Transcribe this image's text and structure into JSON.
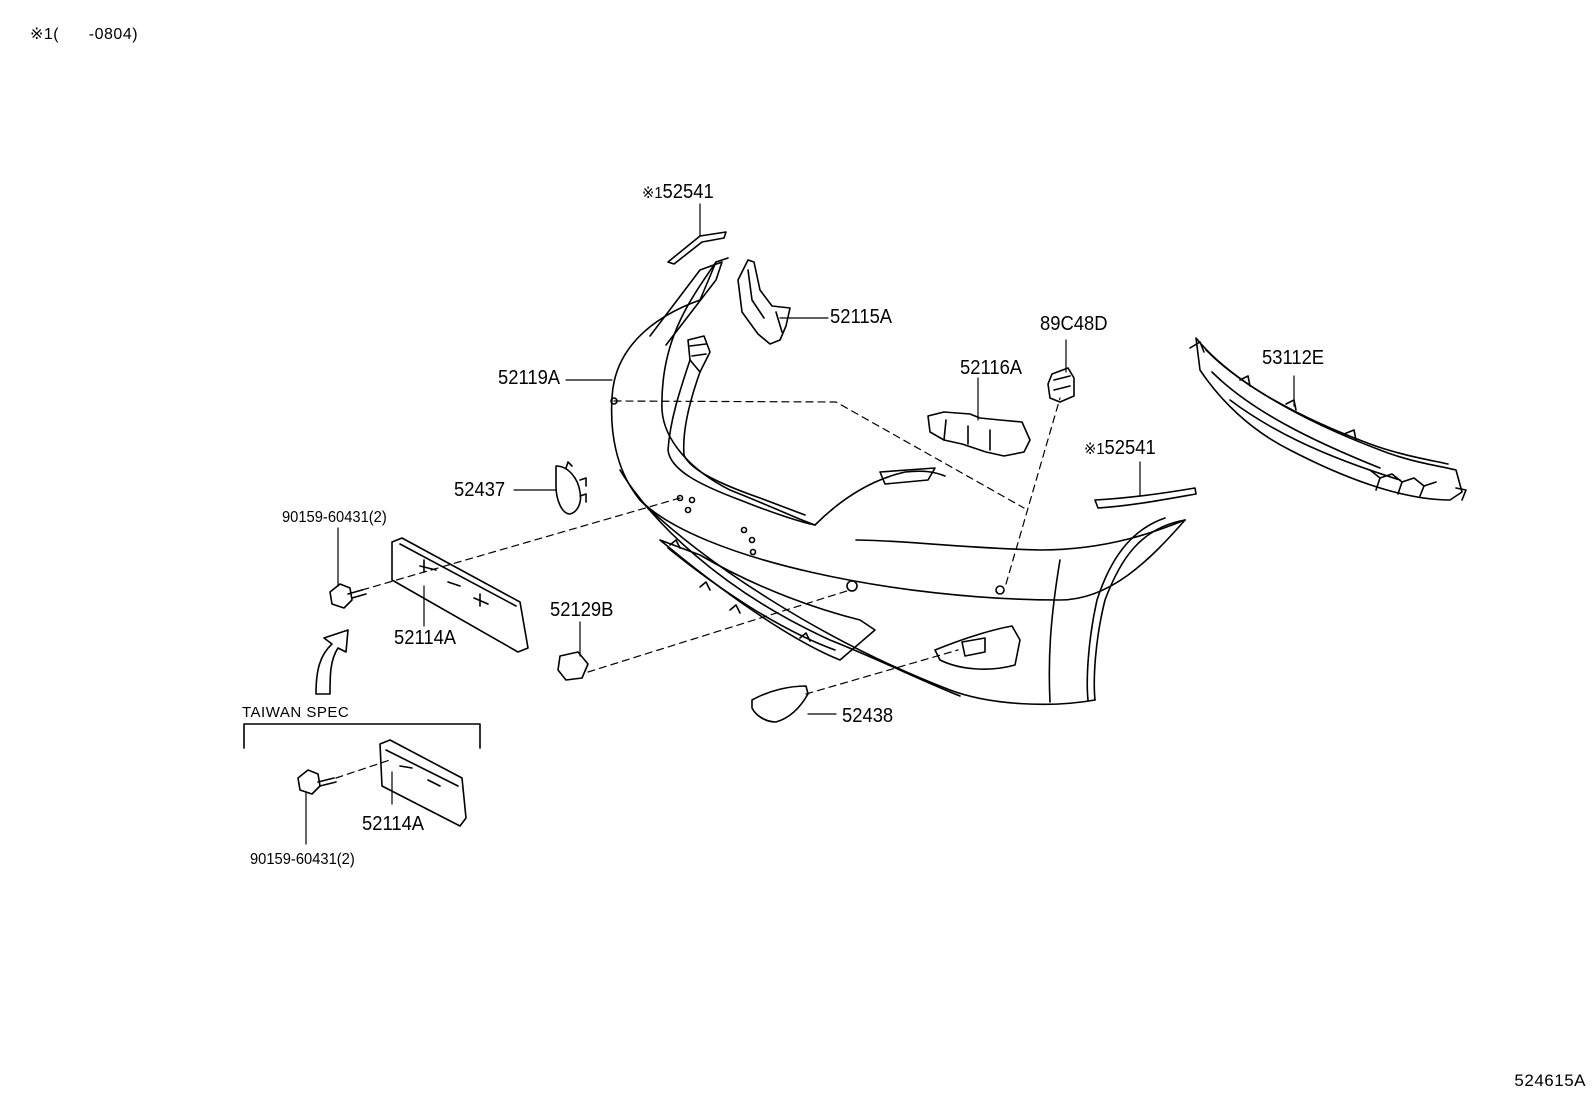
{
  "header": {
    "note": "※1(      -0804)"
  },
  "footer": {
    "figure_number": "524615A"
  },
  "taiwan_spec": {
    "label": "TAIWAN SPEC"
  },
  "parts": {
    "moulding_top": {
      "mark": "※1",
      "number": "52541"
    },
    "moulding_right": {
      "mark": "※1",
      "number": "52541"
    },
    "retainer_upper": {
      "number": "52115A"
    },
    "bumper_cover": {
      "number": "52119A"
    },
    "sensor_bracket": {
      "number": "89C48D"
    },
    "retainer_side": {
      "number": "52116A"
    },
    "lower_grille": {
      "number": "53112E"
    },
    "washer_cover_left": {
      "number": "52437"
    },
    "screw_main": {
      "number": "90159-60431(2)"
    },
    "plate_bracket_main": {
      "number": "52114A"
    },
    "towing_cover": {
      "number": "52129B"
    },
    "fog_cover": {
      "number": "52438"
    },
    "plate_bracket_taiwan": {
      "number": "52114A"
    },
    "screw_taiwan": {
      "number": "90159-60431(2)"
    }
  },
  "colors": {
    "line": "#000000",
    "background": "#ffffff"
  }
}
